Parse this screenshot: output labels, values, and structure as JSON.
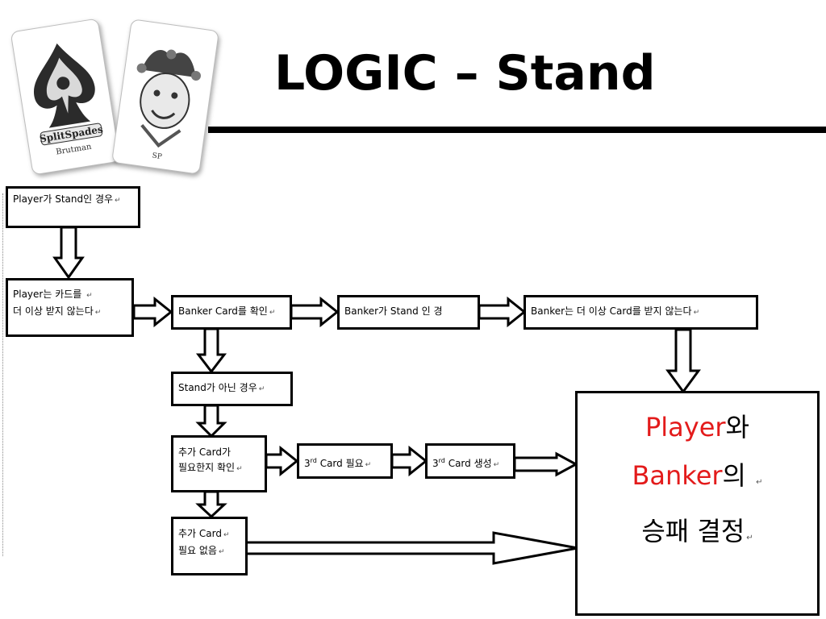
{
  "header": {
    "title": "LOGIC – Stand"
  },
  "cards": {
    "left": {
      "logo_text_1": "SplitSpades",
      "logo_text_2": "Brutman"
    },
    "right": {
      "logo_text": "SP"
    }
  },
  "flow": {
    "player_stand": "Player가 Stand인 경우",
    "player_no_more_1": "Player는 카드를",
    "player_no_more_2": "더 이상 받지 않는다",
    "banker_check": "Banker Card를 확인",
    "banker_stand": "Banker가 Stand 인 경",
    "banker_no_more": "Banker는 더 이상 Card를 받지 않는다",
    "not_stand": "Stand가 아닌 경우",
    "extra_check_1": "추가 Card가",
    "extra_check_2": "필요한지 확인",
    "third_needed_pre": "3",
    "third_needed_sup": "rd",
    "third_needed_post": " Card 필요",
    "third_create_pre": "3",
    "third_create_sup": "rd",
    "third_create_post": " Card 생성",
    "extra_none_1": "추가 Card",
    "extra_none_2": "필요 없음",
    "result_player": "Player",
    "result_player_suffix": "와",
    "result_banker": "Banker",
    "result_banker_suffix": "의",
    "result_decide": "승패 결정"
  },
  "colors": {
    "highlight": "#e31b1b",
    "line": "#000000"
  },
  "return_mark": "↵"
}
